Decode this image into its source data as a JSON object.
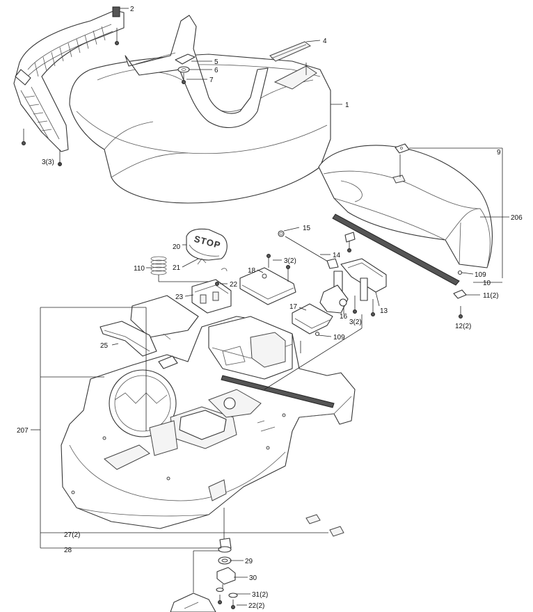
{
  "diagram": {
    "part_labels": {
      "p1": "1",
      "p2": "2",
      "p3_3": "3(3)",
      "p4": "4",
      "p5": "5",
      "p6": "6",
      "p7": "7",
      "p9": "9",
      "p10": "10",
      "p11": "11(2)",
      "p12": "12(2)",
      "p13": "13",
      "p14": "14",
      "p15": "15",
      "p16": "16",
      "p3_2a": "3(2)",
      "p3_2b": "3(2)",
      "p17": "17",
      "p18": "18",
      "p20": "20",
      "p21": "21",
      "p22": "22",
      "p23": "23",
      "p25": "25",
      "p27": "27(2)",
      "p28": "28",
      "p29": "29",
      "p30": "30",
      "p31": "31(2)",
      "p22_2": "22(2)",
      "p109a": "109",
      "p109b": "109",
      "p110": "110",
      "p206": "206",
      "p207": "207"
    },
    "stop_button_text": "STOP"
  }
}
